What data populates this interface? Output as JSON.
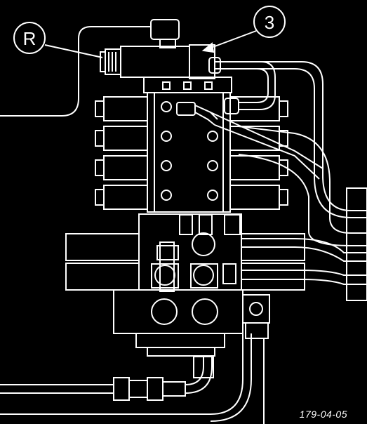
{
  "diagram": {
    "callouts": [
      {
        "id": "callout-r",
        "label": "R"
      },
      {
        "id": "callout-3",
        "label": "3"
      }
    ],
    "figure_id": "179-04-05",
    "colors": {
      "background": "#000000",
      "line": "#ffffff"
    }
  }
}
